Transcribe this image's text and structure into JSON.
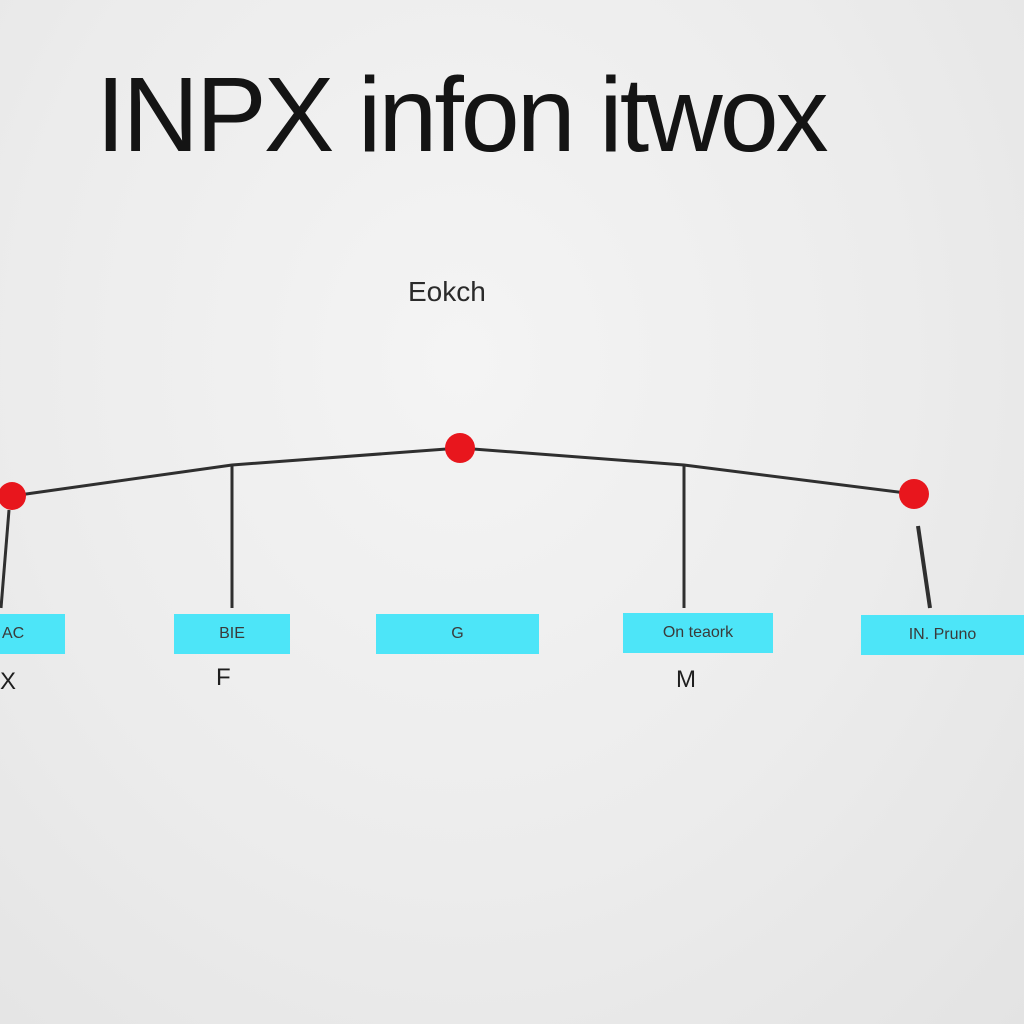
{
  "title": "INPX infon itwox",
  "subtitle": "Eokch",
  "colors": {
    "node_fill": "#4de5f8",
    "dot": "#e8161d",
    "line": "#2f2f2f",
    "background": "#ececec"
  },
  "nodes": [
    {
      "label": "AC",
      "below": "X"
    },
    {
      "label": "BIE",
      "below": "F"
    },
    {
      "label": "G",
      "below": ""
    },
    {
      "label": "On teaork",
      "below": "M"
    },
    {
      "label": "IN. Pruno",
      "below": ""
    }
  ]
}
